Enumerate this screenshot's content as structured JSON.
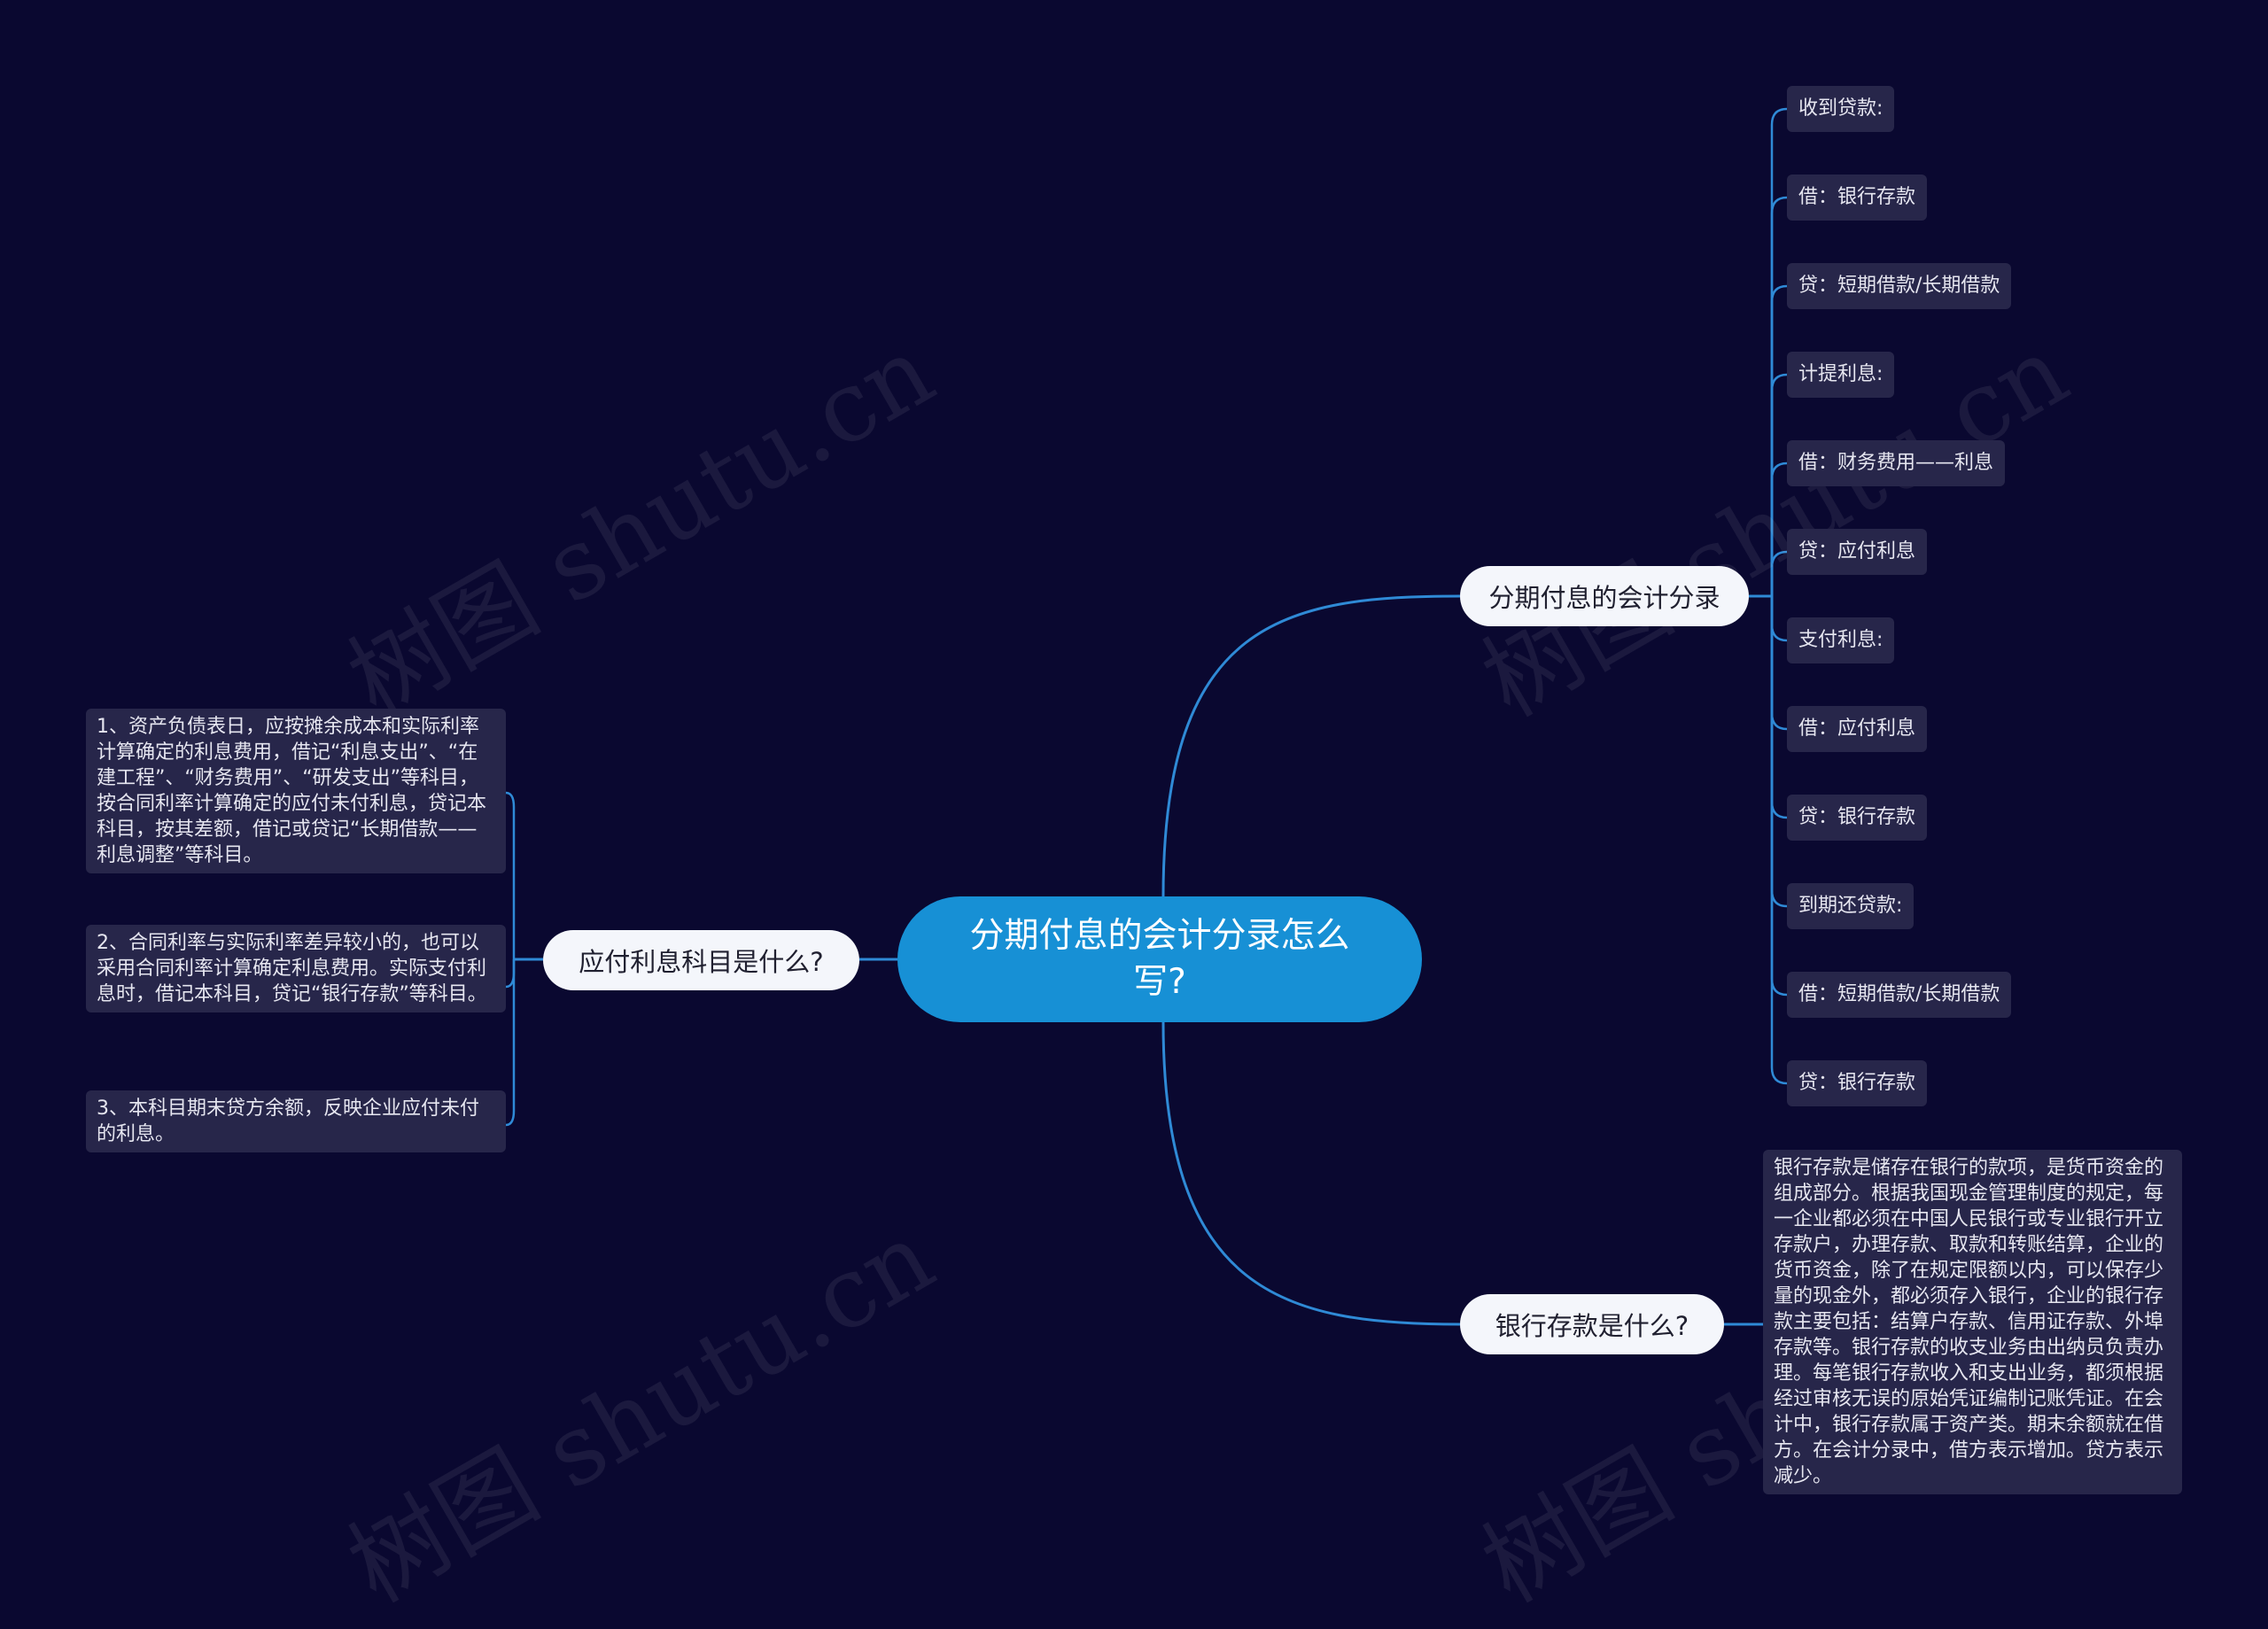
{
  "watermark": "树图 shutu.cn",
  "colors": {
    "background": "#0a0830",
    "root": "#1790d5",
    "branch": "#f4f6fb",
    "leaf": "#27264a",
    "line": "#2f8ad6"
  },
  "root": {
    "label": "分期付息的会计分录怎么写?"
  },
  "branches": {
    "entries": {
      "label": "分期付息的会计分录",
      "items": [
        "收到贷款:",
        "借：银行存款",
        "贷：短期借款/长期借款",
        "计提利息:",
        "借：财务费用——利息",
        "贷：应付利息",
        "支付利息:",
        "借：应付利息",
        "贷：银行存款",
        "到期还贷款:",
        "借：短期借款/长期借款",
        "贷：银行存款"
      ]
    },
    "bank_deposit": {
      "label": "银行存款是什么?",
      "note": "银行存款是储存在银行的款项，是货币资金的组成部分。根据我国现金管理制度的规定，每一企业都必须在中国人民银行或专业银行开立存款户，办理存款、取款和转账结算，企业的货币资金，除了在规定限额以内，可以保存少量的现金外，都必须存入银行，企业的银行存款主要包括：结算户存款、信用证存款、外埠存款等。银行存款的收支业务由出纳员负责办理。每笔银行存款收入和支出业务，都须根据经过审核无误的原始凭证编制记账凭证。在会计中，银行存款属于资产类。期末余额就在借方。在会计分录中，借方表示增加。贷方表示减少。"
    },
    "interest_payable": {
      "label": "应付利息科目是什么?",
      "notes": [
        "1、资产负债表日，应按摊余成本和实际利率计算确定的利息费用，借记“利息支出”、“在建工程”、“财务费用”、“研发支出”等科目，按合同利率计算确定的应付未付利息，贷记本科目，按其差额，借记或贷记“长期借款——利息调整”等科目。",
        "2、合同利率与实际利率差异较小的，也可以采用合同利率计算确定利息费用。实际支付利息时，借记本科目，贷记“银行存款”等科目。",
        "3、本科目期末贷方余额，反映企业应付未付的利息。"
      ]
    }
  }
}
